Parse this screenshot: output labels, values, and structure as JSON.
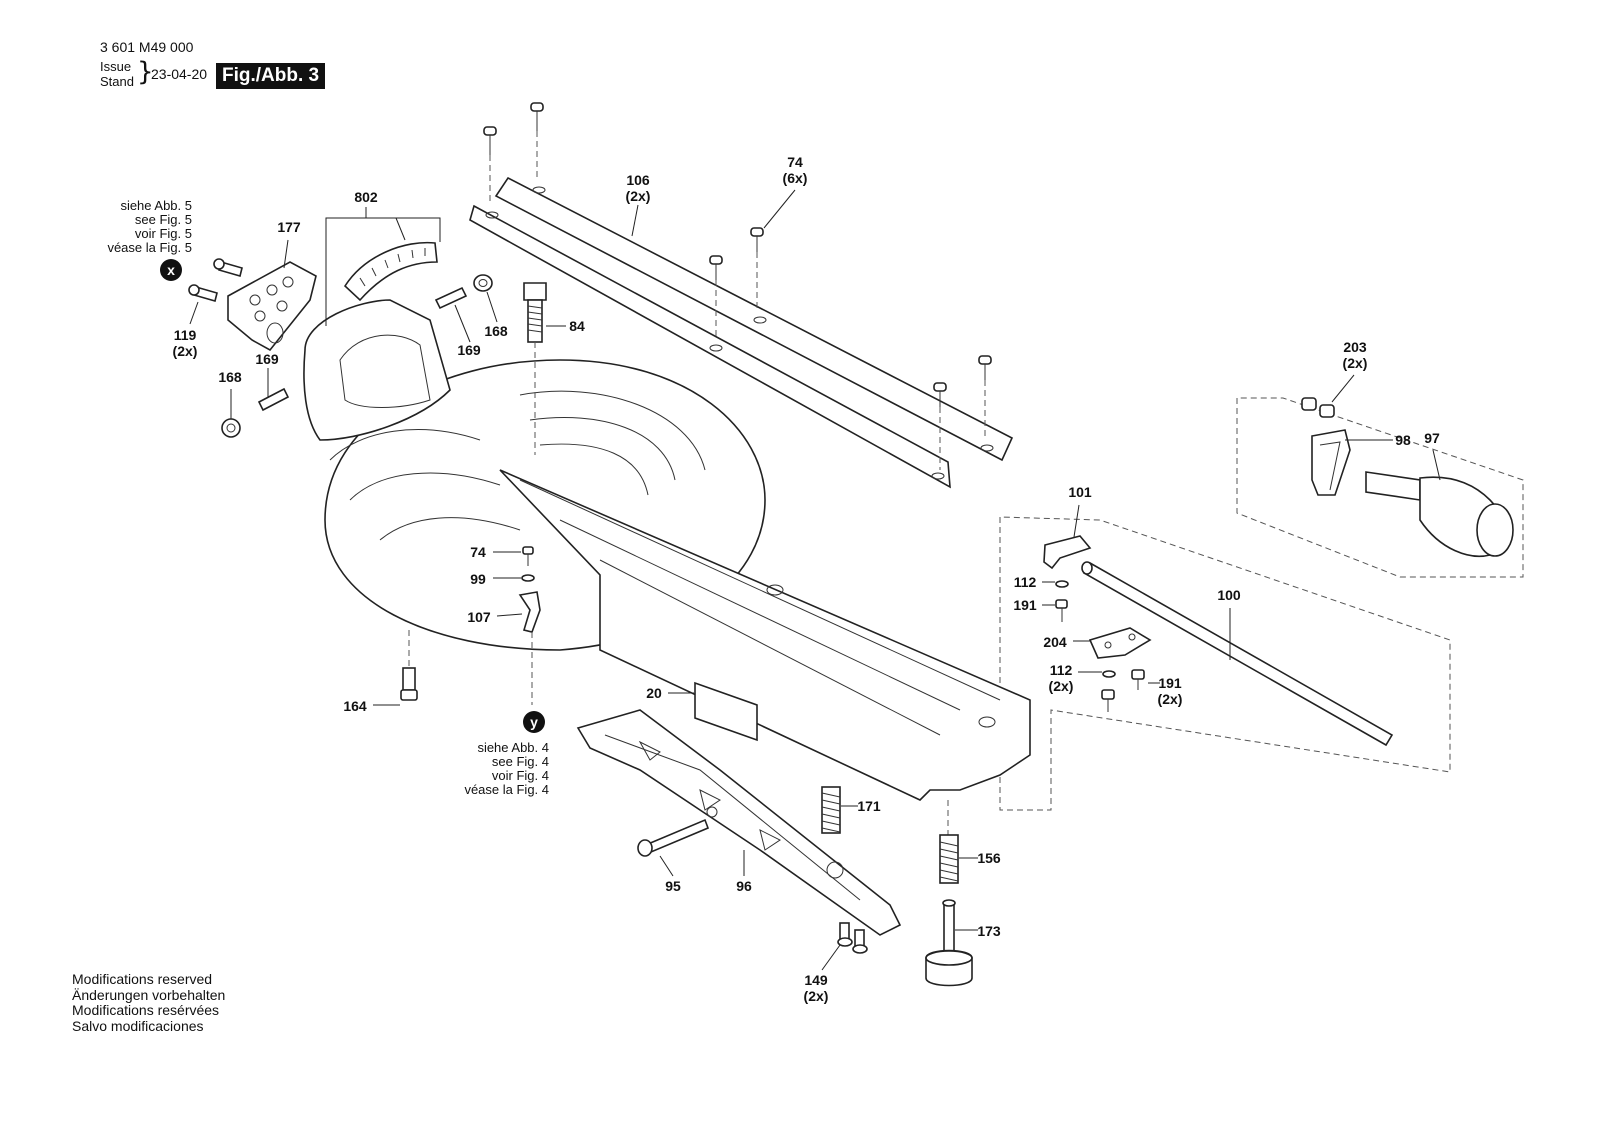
{
  "header": {
    "part_number": "3 601 M49 000",
    "issue_label": "Issue",
    "stand_label": "Stand",
    "date": "23-04-20",
    "figure": "Fig./Abb. 3"
  },
  "references": {
    "x": {
      "marker": "x",
      "lines": [
        "siehe Abb. 5",
        "see Fig. 5",
        "voir Fig. 5",
        "véase la Fig. 5"
      ]
    },
    "y": {
      "marker": "y",
      "lines": [
        "siehe Abb. 4",
        "see Fig. 4",
        "voir Fig. 4",
        "véase la Fig. 4"
      ]
    }
  },
  "callouts": [
    {
      "id": "c802",
      "number": "802",
      "qty": ""
    },
    {
      "id": "c177",
      "number": "177",
      "qty": ""
    },
    {
      "id": "c119",
      "number": "119",
      "qty": "(2x)"
    },
    {
      "id": "c169a",
      "number": "169",
      "qty": ""
    },
    {
      "id": "c169b",
      "number": "169",
      "qty": ""
    },
    {
      "id": "c168a",
      "number": "168",
      "qty": ""
    },
    {
      "id": "c168b",
      "number": "168",
      "qty": ""
    },
    {
      "id": "c84",
      "number": "84",
      "qty": ""
    },
    {
      "id": "c106",
      "number": "106",
      "qty": "(2x)"
    },
    {
      "id": "c74a",
      "number": "74",
      "qty": "(6x)"
    },
    {
      "id": "c74b",
      "number": "74",
      "qty": ""
    },
    {
      "id": "c99",
      "number": "99",
      "qty": ""
    },
    {
      "id": "c107",
      "number": "107",
      "qty": ""
    },
    {
      "id": "c164",
      "number": "164",
      "qty": ""
    },
    {
      "id": "c20",
      "number": "20",
      "qty": ""
    },
    {
      "id": "c203",
      "number": "203",
      "qty": "(2x)"
    },
    {
      "id": "c98",
      "number": "98",
      "qty": ""
    },
    {
      "id": "c97",
      "number": "97",
      "qty": ""
    },
    {
      "id": "c101",
      "number": "101",
      "qty": ""
    },
    {
      "id": "c112a",
      "number": "112",
      "qty": ""
    },
    {
      "id": "c191a",
      "number": "191",
      "qty": ""
    },
    {
      "id": "c100",
      "number": "100",
      "qty": ""
    },
    {
      "id": "c204",
      "number": "204",
      "qty": ""
    },
    {
      "id": "c112b",
      "number": "112",
      "qty": "(2x)"
    },
    {
      "id": "c191b",
      "number": "191",
      "qty": "(2x)"
    },
    {
      "id": "c171",
      "number": "171",
      "qty": ""
    },
    {
      "id": "c156",
      "number": "156",
      "qty": ""
    },
    {
      "id": "c173",
      "number": "173",
      "qty": ""
    },
    {
      "id": "c95",
      "number": "95",
      "qty": ""
    },
    {
      "id": "c96",
      "number": "96",
      "qty": ""
    },
    {
      "id": "c149",
      "number": "149",
      "qty": "(2x)"
    }
  ],
  "footer": {
    "lines": [
      "Modifications reserved",
      "Änderungen vorbehalten",
      "Modifications resérvées",
      "Salvo modificaciones"
    ]
  }
}
